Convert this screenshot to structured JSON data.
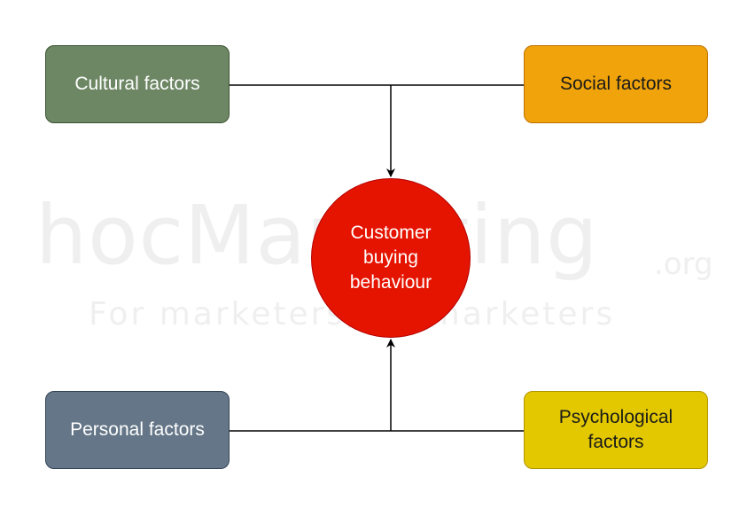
{
  "watermark": {
    "main": "hocMarketing",
    "domain": ".org",
    "tagline": "For marketers, by marketers"
  },
  "diagram": {
    "center": {
      "label": "Customer buying behaviour",
      "fill": "#e51400"
    },
    "factors": {
      "cultural": {
        "label": "Cultural factors",
        "fill": "#6d8764"
      },
      "social": {
        "label": "Social factors",
        "fill": "#f0a30a"
      },
      "personal": {
        "label": "Personal factors",
        "fill": "#647687"
      },
      "psychological": {
        "label": "Psychological factors",
        "fill": "#e3c800"
      }
    }
  }
}
